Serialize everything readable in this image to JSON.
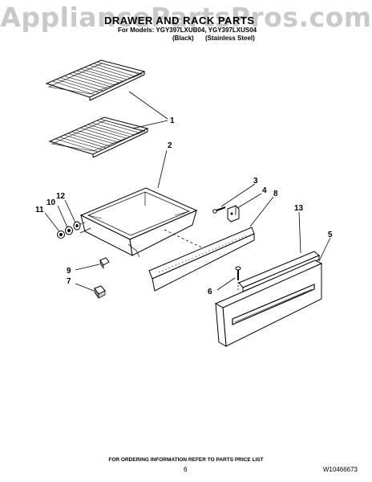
{
  "watermark": "AppliancePartsPros.com",
  "header": {
    "title": "DRAWER AND RACK PARTS",
    "models": "For Models: YGY397LXUB04, YGY397LXUS04",
    "variant_black": "(Black)",
    "variant_stainless": "(Stainless Steel)"
  },
  "callouts": {
    "rack": "1",
    "drawer": "2",
    "screw": "3",
    "bracket": "4",
    "drawer_front": "5",
    "front_screw": "6",
    "glide_7": "7",
    "drawer_rail": "8",
    "glide_9": "9",
    "wheel_10": "10",
    "nut_11": "11",
    "washer_12": "12",
    "trim": "13"
  },
  "footer": {
    "ordering_info": "FOR ORDERING INFORMATION REFER TO PARTS PRICE LIST",
    "page_number": "6",
    "document_number": "W10466673"
  }
}
